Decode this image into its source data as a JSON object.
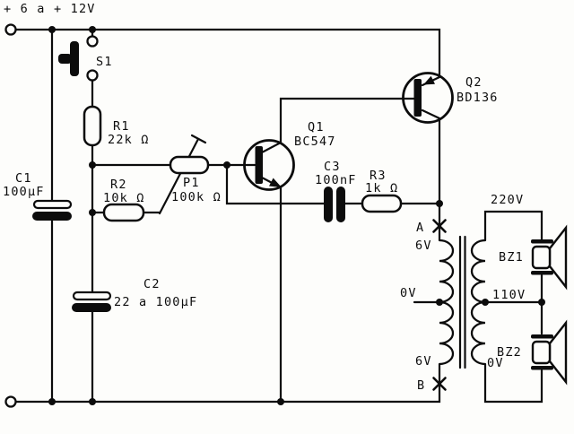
{
  "schematic": {
    "supply_label": "+ 6 a + 12V",
    "switch": {
      "ref": "S1"
    },
    "resistors": {
      "r1": {
        "ref": "R1",
        "value": "22k Ω"
      },
      "r2": {
        "ref": "R2",
        "value": "10k Ω"
      },
      "r3": {
        "ref": "R3",
        "value": "1k Ω"
      }
    },
    "potentiometer": {
      "ref": "P1",
      "value": "100k Ω"
    },
    "capacitors": {
      "c1": {
        "ref": "C1",
        "value": "100μF"
      },
      "c2": {
        "ref": "C2",
        "value": "22 a 100μF"
      },
      "c3": {
        "ref": "C3",
        "value": "100nF"
      }
    },
    "transistors": {
      "q1": {
        "ref": "Q1",
        "part": "BC547"
      },
      "q2": {
        "ref": "Q2",
        "part": "BD136"
      }
    },
    "transformer": {
      "tap_a": "A",
      "tap_b": "B",
      "primary_top": "6V",
      "primary_center": "0V",
      "primary_bottom": "6V",
      "secondary_top": "220V",
      "secondary_center": "110V",
      "secondary_bottom": "0V"
    },
    "buzzers": {
      "bz1": {
        "ref": "BZ1"
      },
      "bz2": {
        "ref": "BZ2"
      }
    },
    "colors": {
      "ink": "#0c0c0c",
      "paper": "#fdfdfb"
    }
  }
}
